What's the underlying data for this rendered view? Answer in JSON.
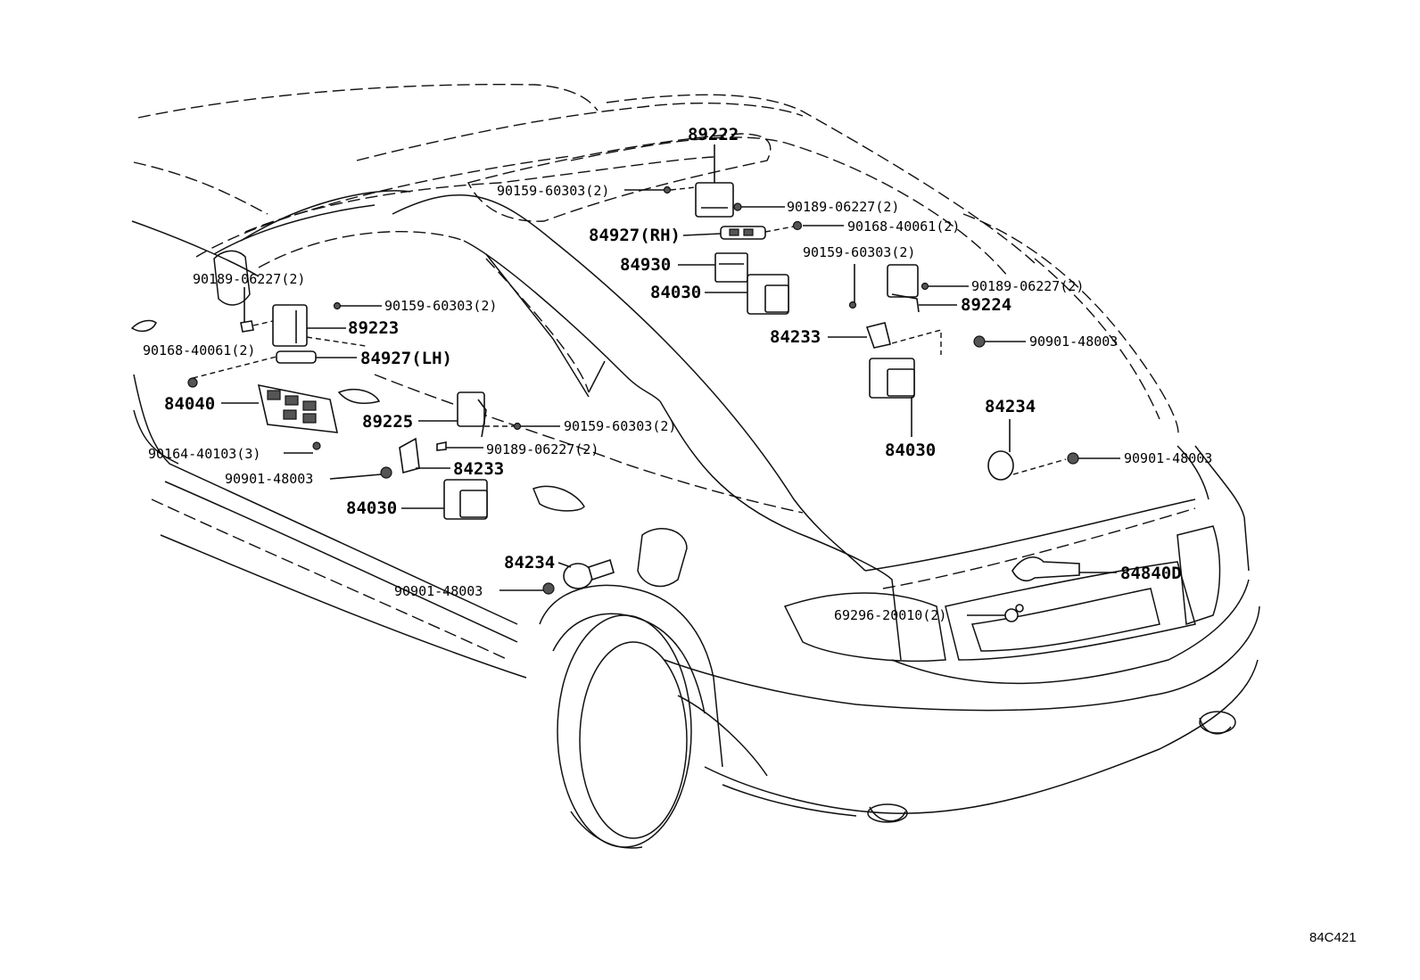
{
  "labels": {
    "l89222": "89222",
    "l90159_a": "90159-60303(2)",
    "l90189_a": "90189-06227(2)",
    "l84927rh": "84927(RH)",
    "l90168_a": "90168-40061(2)",
    "l84930": "84930",
    "l84030_a": "84030",
    "l90159_b": "90159-60303(2)",
    "l90189_b": "90189-06227(2)",
    "l89224": "89224",
    "l84233_a": "84233",
    "l90901_a": "90901-48003",
    "l84030_b": "84030",
    "l84234_a": "84234",
    "l90901_b": "90901-48003",
    "l84840d": "84840D",
    "l69296": "69296-20010(2)",
    "l90189_c": "90189-06227(2)",
    "l90159_c": "90159-60303(2)",
    "l89223": "89223",
    "l90168_b": "90168-40061(2)",
    "l84927lh": "84927(LH)",
    "l84040": "84040",
    "l89225": "89225",
    "l90159_d": "90159-60303(2)",
    "l90189_d": "90189-06227(2)",
    "l90164": "90164-40103(3)",
    "l84233_b": "84233",
    "l90901_c": "90901-48003",
    "l84030_c": "84030",
    "l84234_b": "84234",
    "l90901_d": "90901-48003"
  },
  "figure_code": "84C421"
}
